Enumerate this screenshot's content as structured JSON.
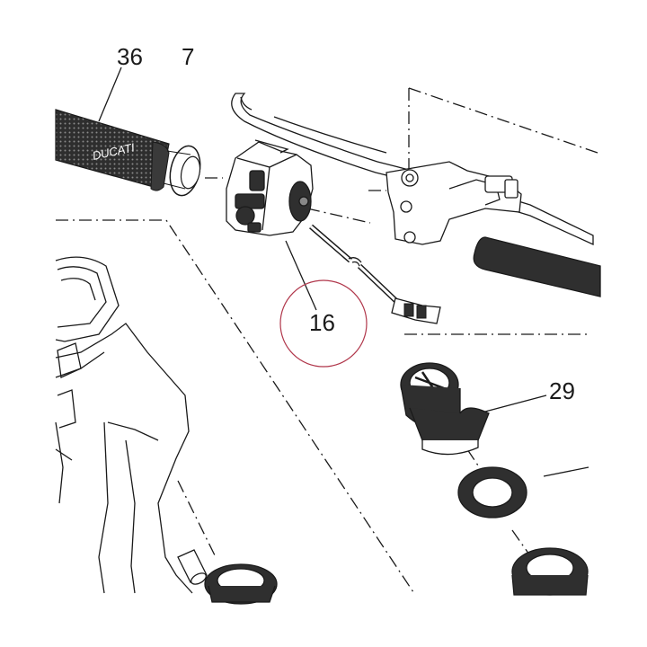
{
  "callouts": {
    "part_16": "16",
    "part_29": "29",
    "part_36": "36",
    "part_7": "7"
  },
  "grip_logo_text": "DUCATI",
  "colors": {
    "line": "#1a1a1a",
    "highlight_circle": "#b0364a",
    "grip": "#2b2b2b"
  }
}
